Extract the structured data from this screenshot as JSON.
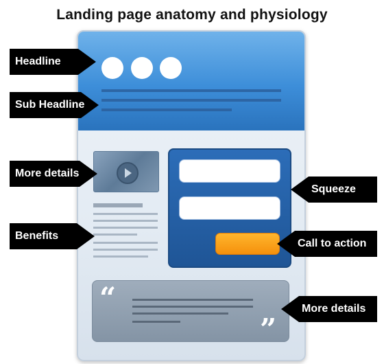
{
  "title": "Landing page anatomy and physiology",
  "labels_left": [
    {
      "text": "Headline"
    },
    {
      "text": "Sub Headline"
    },
    {
      "text": "More details"
    },
    {
      "text": "Benefits"
    }
  ],
  "labels_right": [
    {
      "text": "Squeeze"
    },
    {
      "text": "Call to action"
    },
    {
      "text": "More details"
    }
  ],
  "mockup": {
    "quote_open": "“",
    "quote_close": "”",
    "icons": [
      "play-icon",
      "quote-open-icon",
      "quote-close-icon"
    ]
  },
  "colors": {
    "header_blue": "#3d8ed9",
    "form_blue": "#1f5596",
    "cta_orange": "#f5900b",
    "label_black": "#000000"
  }
}
